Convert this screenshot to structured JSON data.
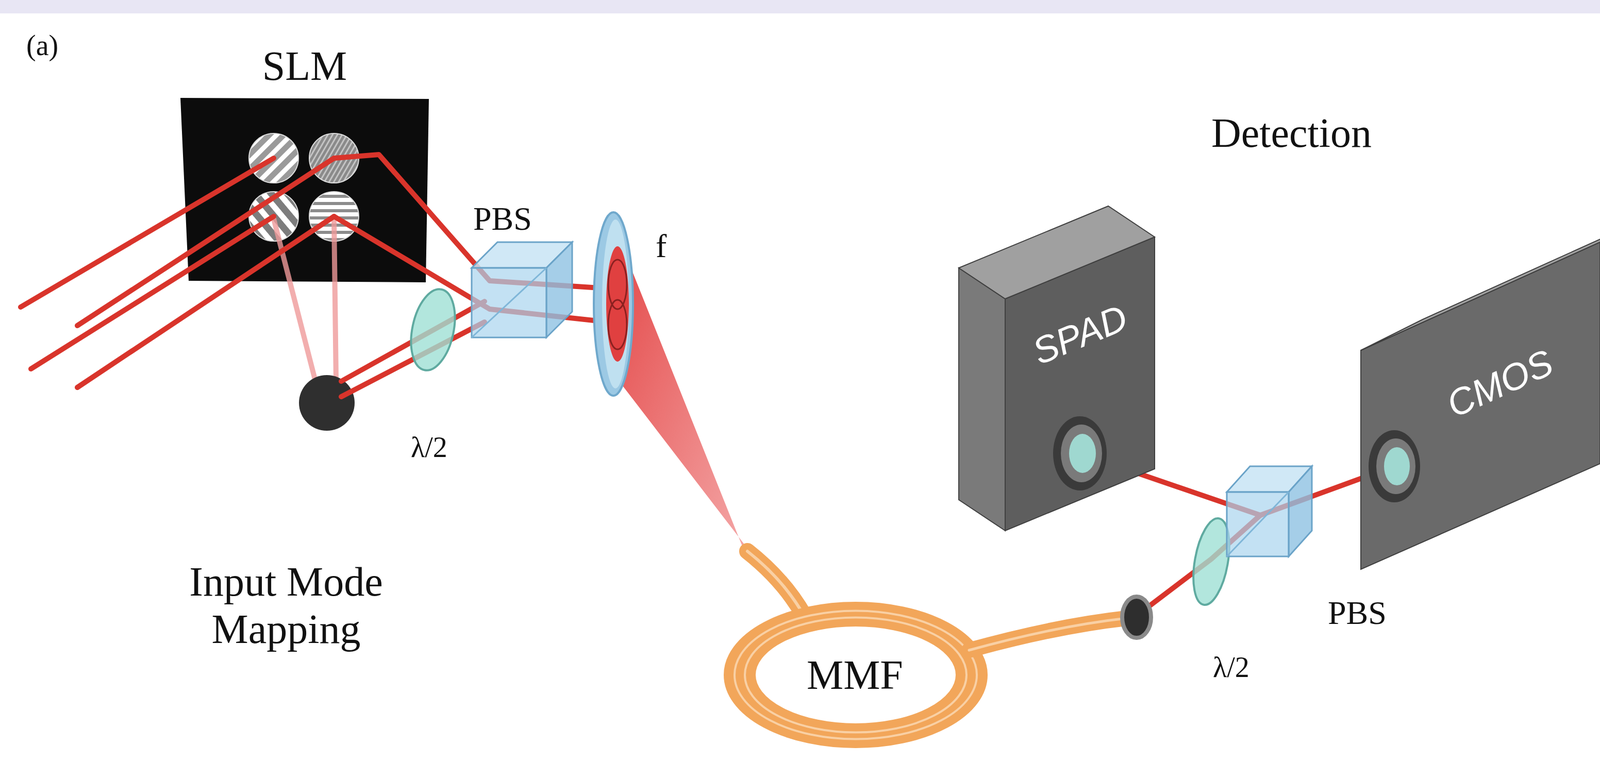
{
  "diagram": {
    "nodes": [
      {
        "text": [
          "SLM"
        ]
      },
      {
        "text": [
          "SPAD"
        ]
      },
      {
        "text": [
          "CMOS"
        ]
      }
    ],
    "labels": [
      "(a)",
      "PBS",
      "f",
      "λ/2",
      "Input Mode Mapping",
      "MMF",
      "Detection",
      "λ/2",
      "PBS"
    ]
  }
}
